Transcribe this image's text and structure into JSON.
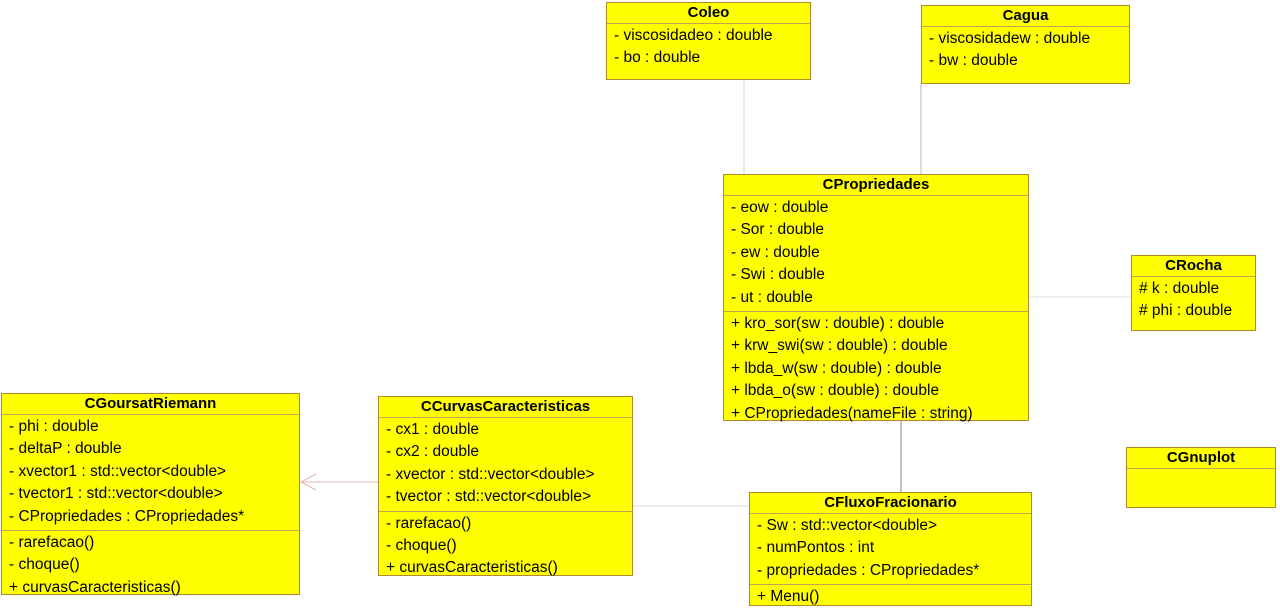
{
  "diagram": {
    "colors": {
      "class_fill": "#ffff00",
      "class_border": "#b08a2a",
      "connector": "#b4b4b4"
    },
    "classes": {
      "coleo": {
        "name": "Coleo",
        "attributes": [
          "- viscosidadeo : double",
          "- bo : double"
        ],
        "operations": []
      },
      "cagua": {
        "name": "Cagua",
        "attributes": [
          "- viscosidadew : double",
          "- bw : double"
        ],
        "operations": []
      },
      "cpropriedades": {
        "name": "CPropriedades",
        "attributes": [
          "- eow : double",
          "- Sor : double",
          "- ew : double",
          "- Swi : double",
          "- ut : double"
        ],
        "operations": [
          "+ kro_sor(sw : double) : double",
          "+ krw_swi(sw : double) : double",
          "+ lbda_w(sw : double) : double",
          "+ lbda_o(sw : double) : double",
          "+ CPropriedades(nameFile : string)"
        ]
      },
      "crocha": {
        "name": "CRocha",
        "attributes": [
          "# k : double",
          "# phi : double"
        ],
        "operations": []
      },
      "cgnuplot": {
        "name": "CGnuplot",
        "attributes": [],
        "operations": []
      },
      "cgoursatriemann": {
        "name": "CGoursatRiemann",
        "attributes": [
          "- phi : double",
          "- deltaP : double",
          "- xvector1 : std::vector<double>",
          "- tvector1 : std::vector<double>",
          "- CPropriedades : CPropriedades*"
        ],
        "operations": [
          "- rarefacao()",
          "- choque()",
          "+ curvasCaracteristicas()"
        ]
      },
      "ccurvascaracteristicas": {
        "name": "CCurvasCaracteristicas",
        "attributes": [
          "- cx1 : double",
          "- cx2 : double",
          "- xvector : std::vector<double>",
          "- tvector : std::vector<double>"
        ],
        "operations": [
          "- rarefacao()",
          "- choque()",
          "+ curvasCaracteristicas()"
        ]
      },
      "cfluxofracionario": {
        "name": "CFluxoFracionario",
        "attributes": [
          "- Sw : std::vector<double>",
          "- numPontos : int",
          "- propriedades : CPropriedades*"
        ],
        "operations": [
          "+ Menu()"
        ]
      }
    }
  }
}
